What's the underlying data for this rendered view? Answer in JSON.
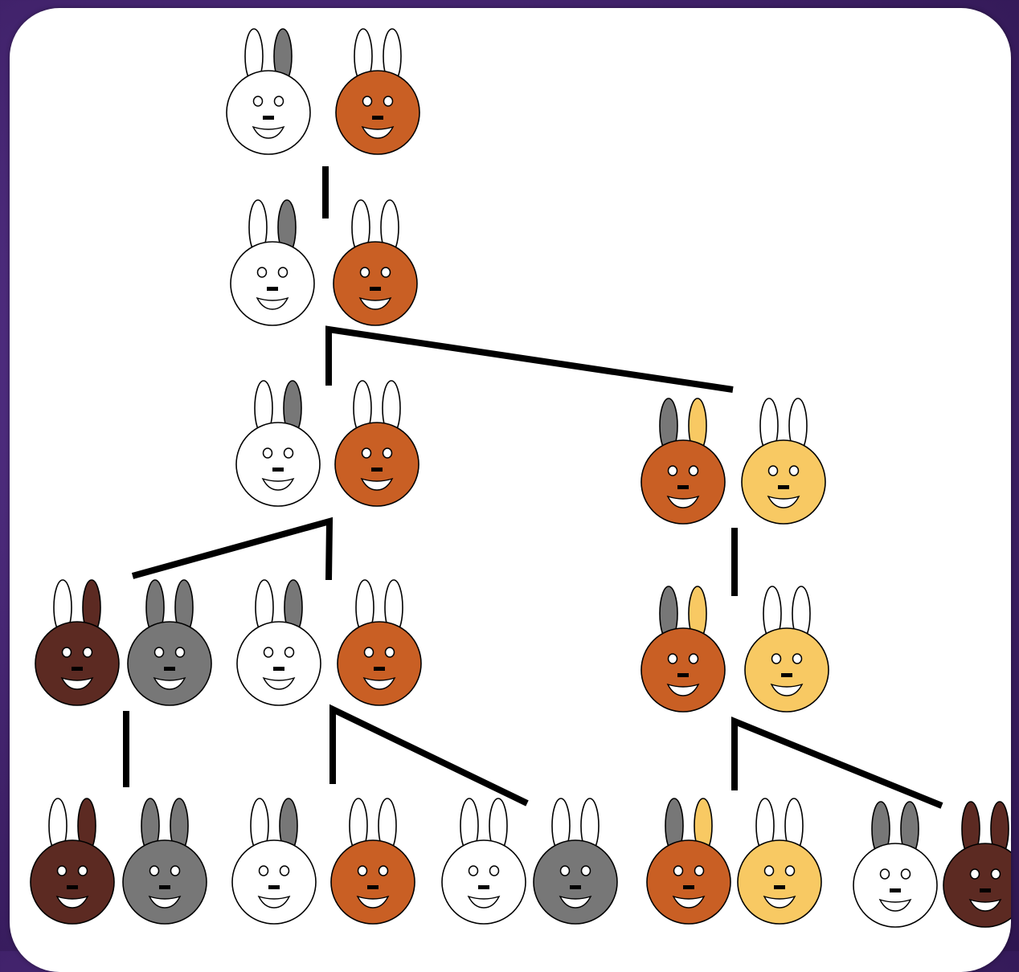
{
  "palette": {
    "white": "#ffffff",
    "orange": "#c95f24",
    "gray": "#777777",
    "dark_brown": "#5c2a22",
    "light_orange": "#f8c963",
    "background": "#3f2168",
    "line": "#000000"
  },
  "pairs": [
    {
      "id": "p1",
      "rabbits": [
        {
          "face": "white",
          "ears": [
            "white",
            "gray"
          ]
        },
        {
          "face": "orange",
          "ears": [
            "white",
            "white"
          ]
        }
      ]
    },
    {
      "id": "p2",
      "rabbits": [
        {
          "face": "white",
          "ears": [
            "white",
            "gray"
          ]
        },
        {
          "face": "orange",
          "ears": [
            "white",
            "white"
          ]
        }
      ]
    },
    {
      "id": "p3",
      "rabbits": [
        {
          "face": "white",
          "ears": [
            "white",
            "gray"
          ]
        },
        {
          "face": "orange",
          "ears": [
            "white",
            "white"
          ]
        }
      ]
    },
    {
      "id": "p4",
      "rabbits": [
        {
          "face": "orange",
          "ears": [
            "gray",
            "light_orange"
          ]
        },
        {
          "face": "light_orange",
          "ears": [
            "white",
            "white"
          ]
        }
      ]
    },
    {
      "id": "p5",
      "rabbits": [
        {
          "face": "dark_brown",
          "ears": [
            "white",
            "dark_brown"
          ]
        },
        {
          "face": "gray",
          "ears": [
            "gray",
            "gray"
          ]
        }
      ]
    },
    {
      "id": "p6",
      "rabbits": [
        {
          "face": "white",
          "ears": [
            "white",
            "gray"
          ]
        },
        {
          "face": "orange",
          "ears": [
            "white",
            "white"
          ]
        }
      ]
    },
    {
      "id": "p7",
      "rabbits": [
        {
          "face": "orange",
          "ears": [
            "gray",
            "light_orange"
          ]
        },
        {
          "face": "light_orange",
          "ears": [
            "white",
            "white"
          ]
        }
      ]
    },
    {
      "id": "p8",
      "rabbits": [
        {
          "face": "dark_brown",
          "ears": [
            "white",
            "dark_brown"
          ]
        },
        {
          "face": "gray",
          "ears": [
            "gray",
            "gray"
          ]
        }
      ]
    },
    {
      "id": "p9",
      "rabbits": [
        {
          "face": "white",
          "ears": [
            "white",
            "gray"
          ]
        },
        {
          "face": "orange",
          "ears": [
            "white",
            "white"
          ]
        }
      ]
    },
    {
      "id": "p10",
      "rabbits": [
        {
          "face": "white",
          "ears": [
            "white",
            "white"
          ]
        },
        {
          "face": "gray",
          "ears": [
            "white",
            "white"
          ]
        }
      ]
    },
    {
      "id": "p11",
      "rabbits": [
        {
          "face": "orange",
          "ears": [
            "gray",
            "light_orange"
          ]
        },
        {
          "face": "light_orange",
          "ears": [
            "white",
            "white"
          ]
        }
      ]
    },
    {
      "id": "p12",
      "rabbits": [
        {
          "face": "white",
          "ears": [
            "gray",
            "gray"
          ]
        },
        {
          "face": "dark_brown",
          "ears": [
            "dark_brown",
            "dark_brown"
          ]
        }
      ]
    }
  ],
  "links": [
    {
      "from": "p1",
      "to": "p2"
    },
    {
      "from": "p2",
      "to": "p3"
    },
    {
      "from": "p2",
      "to": "p4"
    },
    {
      "from": "p3",
      "to": "p5"
    },
    {
      "from": "p3",
      "to": "p6"
    },
    {
      "from": "p4",
      "to": "p7"
    },
    {
      "from": "p5",
      "to": "p8"
    },
    {
      "from": "p6",
      "to": "p9"
    },
    {
      "from": "p6",
      "to": "p10"
    },
    {
      "from": "p7",
      "to": "p11"
    },
    {
      "from": "p7",
      "to": "p12"
    }
  ]
}
